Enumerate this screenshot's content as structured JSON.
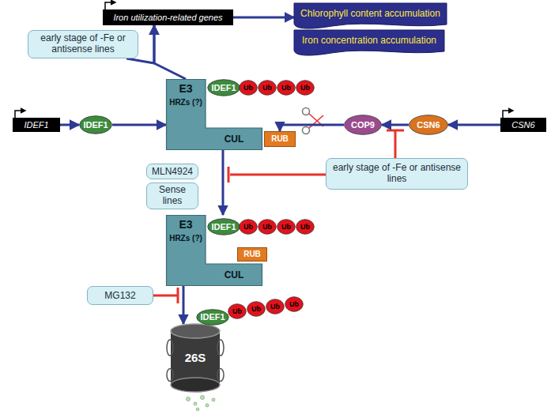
{
  "diagram": {
    "nodes": [
      {
        "text": [
          "Iron utilization-related genes"
        ]
      },
      {
        "text": [
          "Chlorophyll content accumulation"
        ]
      },
      {
        "text": [
          "Iron concentration accumulation"
        ]
      },
      {
        "text": [
          "early stage of -Fe or antisense lines"
        ]
      },
      {
        "text": [
          "IDEF1"
        ]
      },
      {
        "text": [
          "IDEF1"
        ]
      },
      {
        "text": [
          "E3",
          "HRZs (?)",
          "CUL"
        ]
      },
      {
        "text": [
          "IDEF1"
        ]
      },
      {
        "text": [
          "Ub"
        ]
      },
      {
        "text": [
          "Ub"
        ]
      },
      {
        "text": [
          "Ub"
        ]
      },
      {
        "text": [
          "Ub"
        ]
      },
      {
        "text": [
          "RUB"
        ]
      },
      {
        "text": [
          "COP9"
        ]
      },
      {
        "text": [
          "CSN6"
        ]
      },
      {
        "text": [
          "CSN6"
        ]
      },
      {
        "text": [
          "MLN4924"
        ]
      },
      {
        "text": [
          "Sense lines"
        ]
      },
      {
        "text": [
          "early stage of -Fe or antisense lines"
        ]
      },
      {
        "text": [
          "E3",
          "HRZs (?)",
          "CUL"
        ]
      },
      {
        "text": [
          "IDEF1"
        ]
      },
      {
        "text": [
          "Ub"
        ]
      },
      {
        "text": [
          "Ub"
        ]
      },
      {
        "text": [
          "Ub"
        ]
      },
      {
        "text": [
          "Ub"
        ]
      },
      {
        "text": [
          "RUB"
        ]
      },
      {
        "text": [
          "MG132"
        ]
      },
      {
        "text": [
          "26S"
        ]
      },
      {
        "text": [
          "IDEF1"
        ]
      },
      {
        "text": [
          "Ub"
        ]
      },
      {
        "text": [
          "Ub"
        ]
      },
      {
        "text": [
          "Ub"
        ]
      },
      {
        "text": [
          "Ub"
        ]
      }
    ],
    "edges": [
      {
        "from": 4,
        "to": 5,
        "arrow": "to"
      },
      {
        "from": 5,
        "to": 6,
        "arrow": "to"
      },
      {
        "from": 6,
        "to": 0,
        "arrow": "to"
      },
      {
        "from": 3,
        "to": 0,
        "arrow": "to"
      },
      {
        "from": 0,
        "to": 1,
        "arrow": "to"
      },
      {
        "from": 15,
        "to": 14,
        "arrow": "to"
      },
      {
        "from": 14,
        "to": 13,
        "arrow": "to"
      },
      {
        "from": 13,
        "to": 12,
        "arrow": "to"
      },
      {
        "from": 6,
        "to": 19,
        "arrow": "to"
      },
      {
        "from": 19,
        "to": 27,
        "arrow": "to"
      }
    ]
  }
}
